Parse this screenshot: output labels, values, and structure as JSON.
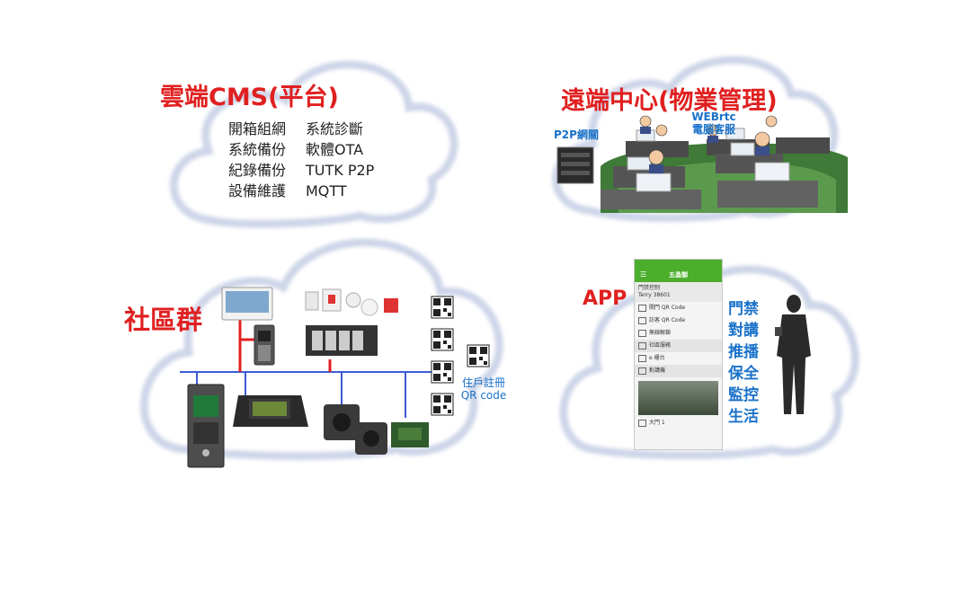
{
  "cms": {
    "title": "雲端CMS(平台)",
    "rows": [
      [
        "開箱組網",
        "系統診斷"
      ],
      [
        "系統備份",
        "軟體OTA"
      ],
      [
        "紀錄備份",
        "TUTK P2P"
      ],
      [
        "設備維護",
        "MQTT"
      ]
    ]
  },
  "remote": {
    "title": "遠端中心(物業管理)",
    "p2p_label": "P2P網關",
    "webrtc_line1": "WEBrtc",
    "webrtc_line2": "電腦客服"
  },
  "community": {
    "title": "社區群",
    "qr_line1": "住戶註冊",
    "qr_line2": "QR code"
  },
  "app": {
    "title": "APP",
    "features": [
      "門禁",
      "對講",
      "推播",
      "保全",
      "監控",
      "生活"
    ],
    "phone": {
      "header": "五晶御",
      "top_line1": "門禁控制",
      "top_line2": "Terry 38601",
      "items": [
        "開門 QR Code",
        "訪客 QR Code",
        "無線解鎖"
      ],
      "section": "社區服務",
      "items2": [
        "e 櫃台"
      ],
      "section2": "對講機",
      "door_label": "大門 1"
    }
  },
  "colors": {
    "accent_red": "#e02020",
    "accent_blue": "#1a72c9",
    "bus_line": "#3b5bd6",
    "app_green": "#4cae2d"
  }
}
